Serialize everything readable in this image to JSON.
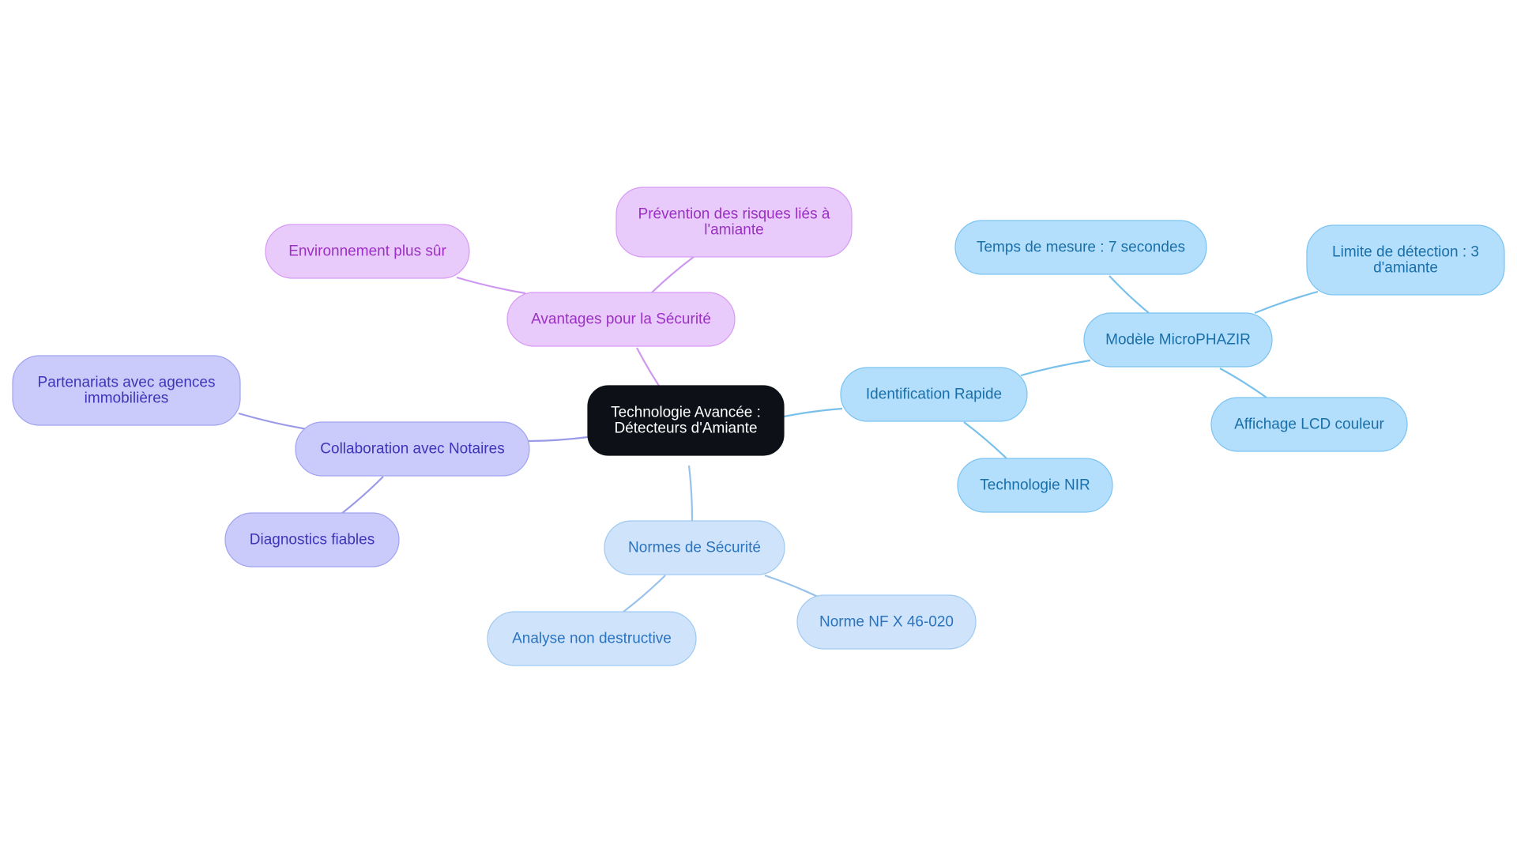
{
  "root": {
    "lines": [
      "Technologie Avancée :",
      "Détecteurs d'Amiante"
    ],
    "fill": "#0d1117",
    "text_color": "#ffffff"
  },
  "branches": [
    {
      "id": "securite",
      "label": [
        "Avantages pour la Sécurité"
      ],
      "fill": "#e9cbfb",
      "stroke": "#d79af5",
      "text_color": "#9b30c4",
      "edge_color": "#cf98ef",
      "children": [
        {
          "id": "environnement",
          "label": [
            "Environnement plus sûr"
          ]
        },
        {
          "id": "prevention",
          "label": [
            "Prévention des risques liés à",
            "l'amiante"
          ]
        }
      ]
    },
    {
      "id": "identification",
      "label": [
        "Identification Rapide"
      ],
      "fill": "#b3dffd",
      "stroke": "#7cc3f2",
      "text_color": "#1a6fa8",
      "edge_color": "#79c0ea",
      "children": [
        {
          "id": "microphazir",
          "label": [
            "Modèle MicroPHAZIR"
          ],
          "children": [
            {
              "id": "temps",
              "label": [
                "Temps de mesure : 7 secondes"
              ]
            },
            {
              "id": "limite",
              "label": [
                "Limite de détection : 3",
                "d'amiante"
              ]
            },
            {
              "id": "lcd",
              "label": [
                "Affichage LCD couleur"
              ]
            }
          ]
        },
        {
          "id": "nir",
          "label": [
            "Technologie NIR"
          ]
        }
      ]
    },
    {
      "id": "normes",
      "label": [
        "Normes de Sécurité"
      ],
      "fill": "#cfe4fb",
      "stroke": "#9fc9f2",
      "text_color": "#2a73bf",
      "edge_color": "#98c2ea",
      "children": [
        {
          "id": "analyse",
          "label": [
            "Analyse non destructive"
          ]
        },
        {
          "id": "norme-nf",
          "label": [
            "Norme NF X 46-020"
          ]
        }
      ]
    },
    {
      "id": "notaires",
      "label": [
        "Collaboration avec Notaires"
      ],
      "fill": "#cacbfa",
      "stroke": "#a1a3f0",
      "text_color": "#3d35b8",
      "edge_color": "#9b9ae8",
      "children": [
        {
          "id": "partenariats",
          "label": [
            "Partenariats avec agences",
            "immobilières"
          ]
        },
        {
          "id": "diagnostics",
          "label": [
            "Diagnostics fiables"
          ]
        }
      ]
    }
  ]
}
